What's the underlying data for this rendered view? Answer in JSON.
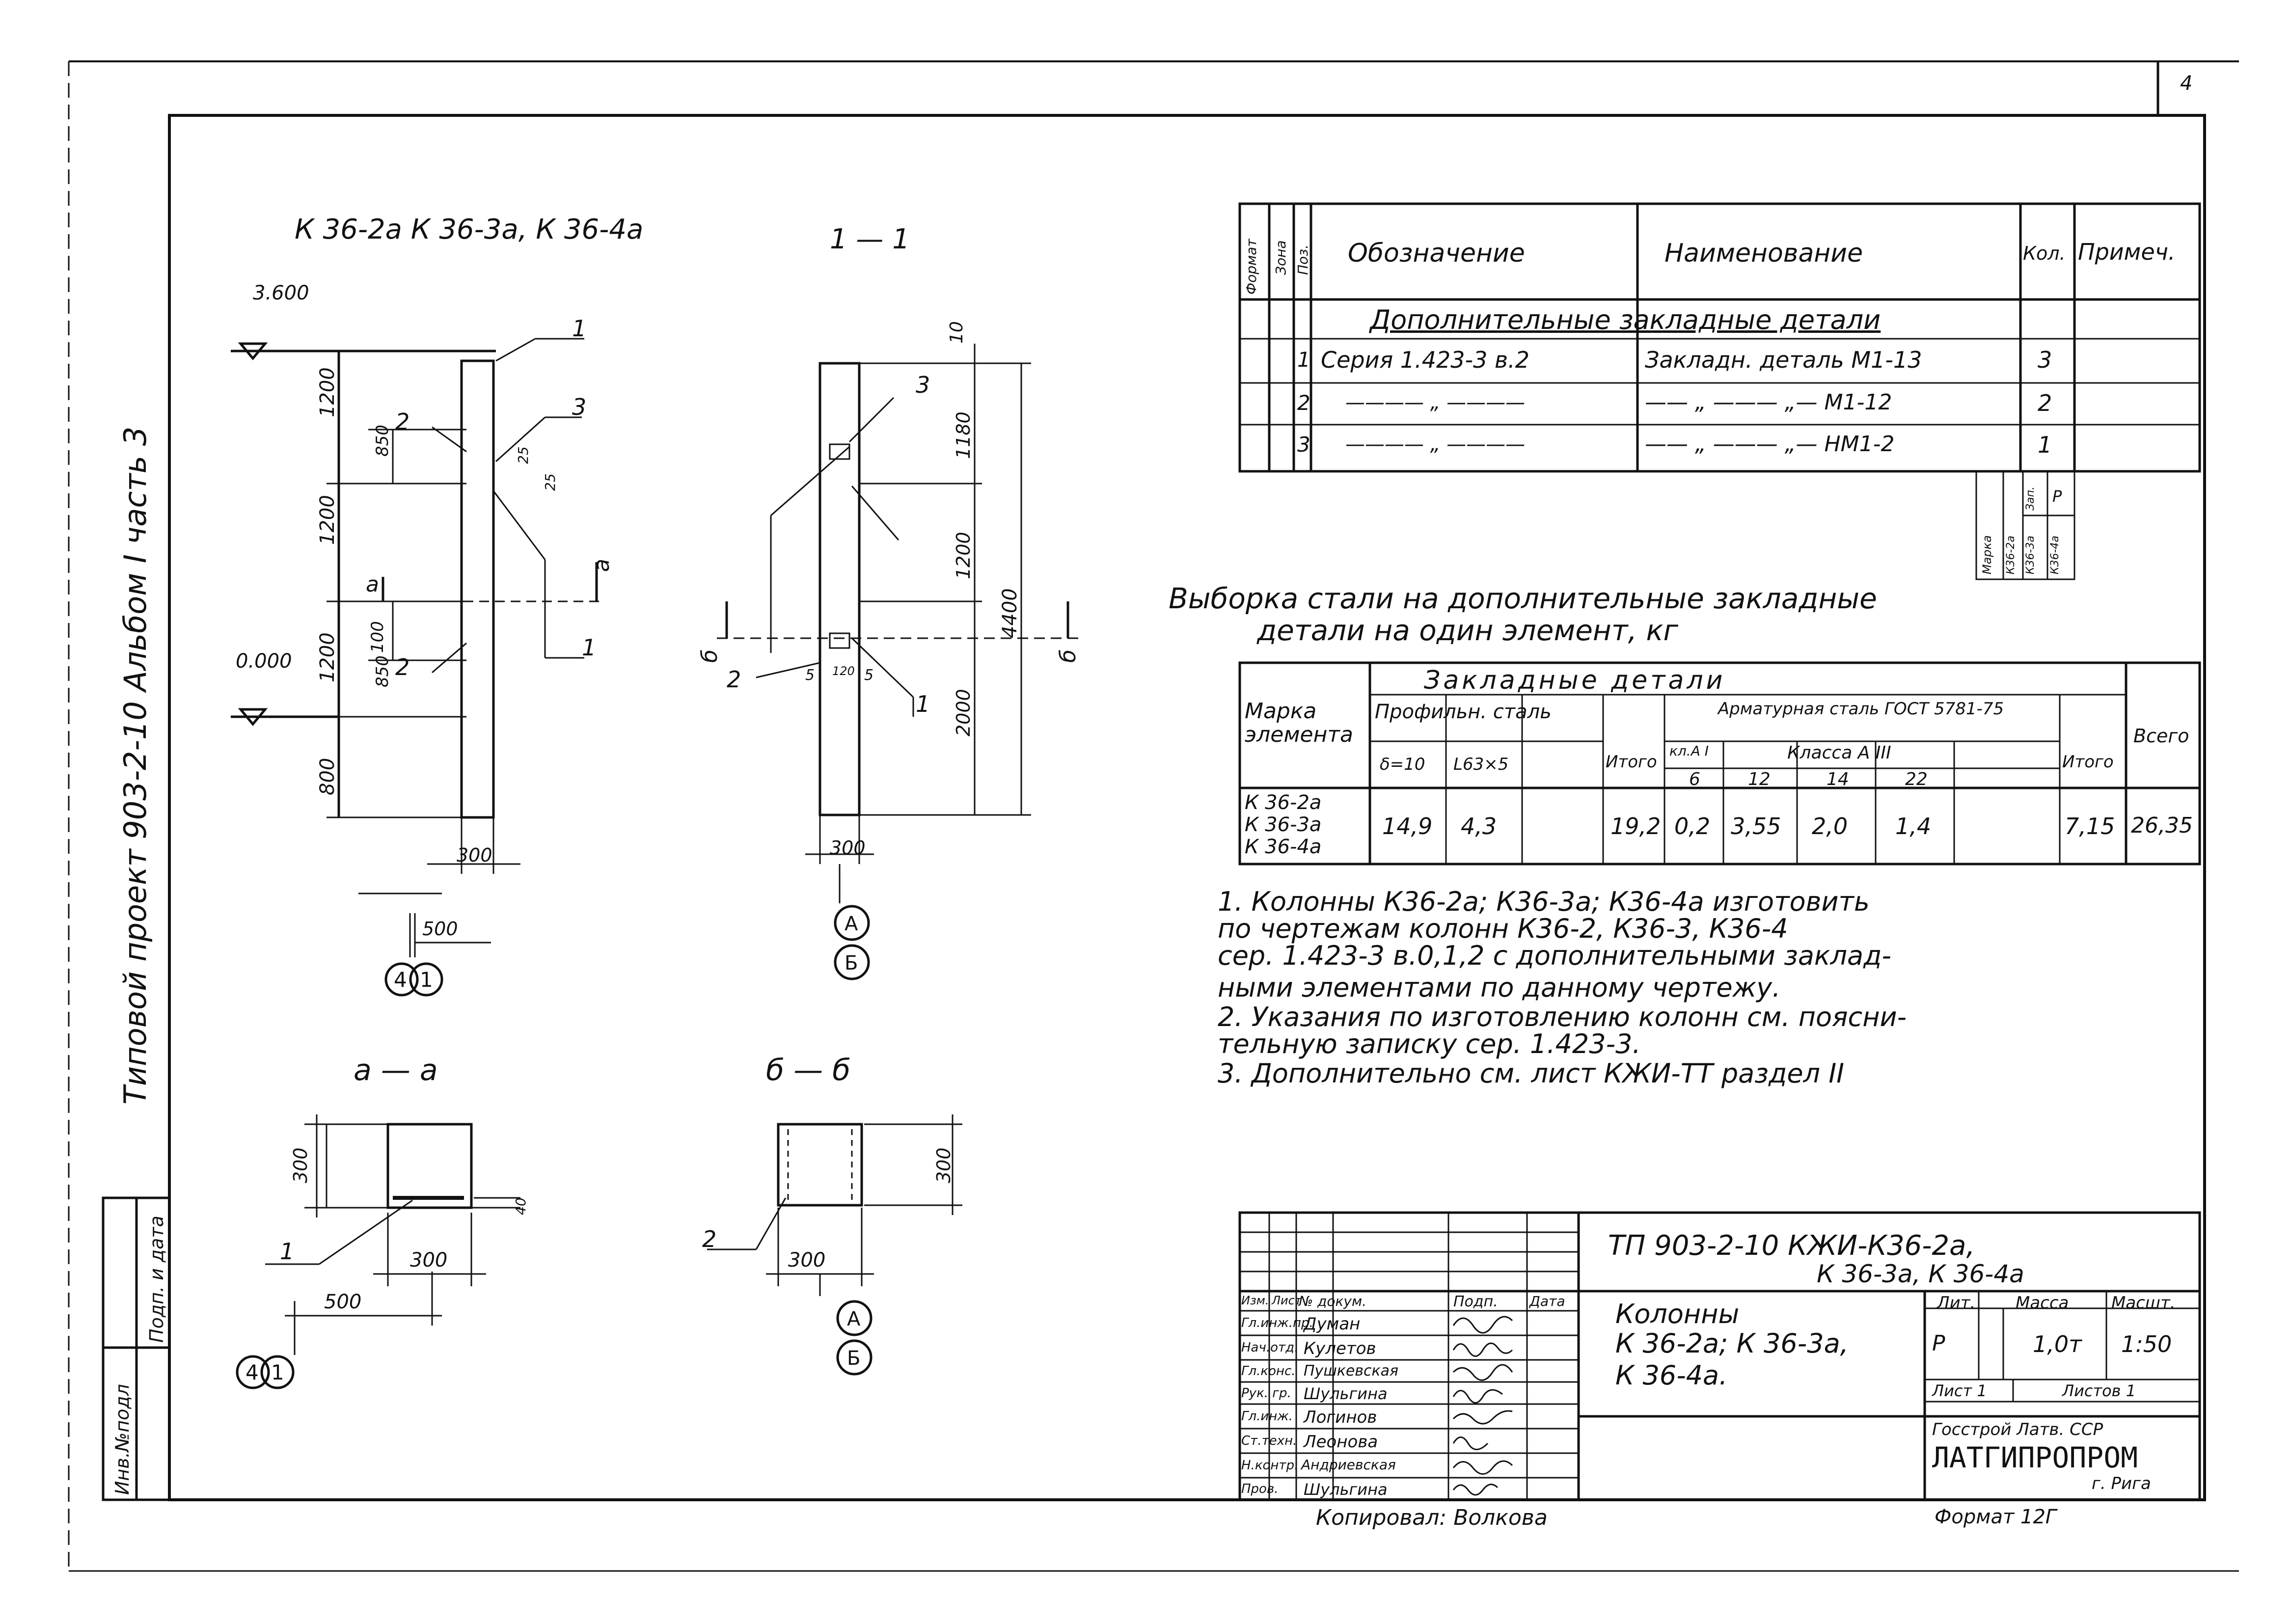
{
  "sheet_number": "4",
  "side_caption": "Типовой проект 903-2-10   Альбом I часть 3",
  "left_stamp": [
    "Инв.№подл",
    "Подп. и дата"
  ],
  "elevation": {
    "title": "К 36-2а К 36-3а, К 36-4а",
    "levels": [
      "3.600",
      "0.000"
    ],
    "dims": [
      "1200",
      "1200",
      "1200",
      "800",
      "850",
      "100",
      "850",
      "25",
      "25",
      "300",
      "500"
    ],
    "callouts": [
      "1",
      "2",
      "3",
      "2",
      "1",
      "1"
    ],
    "section_marks": [
      "а",
      "а"
    ],
    "axes": [
      "4",
      "1"
    ]
  },
  "section_11": {
    "title": "1 — 1",
    "dims": [
      "10",
      "1180",
      "1200",
      "2000",
      "4400",
      "300",
      "120",
      "5",
      "5"
    ],
    "callouts": [
      "3",
      "1",
      "2"
    ],
    "section_marks": [
      "б",
      "б"
    ],
    "axes": [
      "А",
      "Б"
    ]
  },
  "section_aa": {
    "title": "а — а",
    "dims": [
      "300",
      "40",
      "300",
      "500"
    ],
    "callouts": [
      "1"
    ],
    "axes": [
      "4",
      "1"
    ]
  },
  "section_bb": {
    "title": "б — б",
    "dims": [
      "300",
      "300"
    ],
    "callouts": [
      "2"
    ],
    "axes": [
      "А",
      "Б"
    ]
  },
  "spec_table": {
    "headers": [
      "Формат",
      "Зона",
      "Поз.",
      "Обозначение",
      "Наименование",
      "Кол.",
      "Примеч."
    ],
    "section_title": "Дополнительные закладные детали",
    "rows": [
      {
        "pos": "1",
        "designation": "Серия 1.423-3 в.2",
        "name": "Закладн. деталь М1-13",
        "qty": "3"
      },
      {
        "pos": "2",
        "designation": "———— „ ————",
        "name": "—— „ ——— „— М1-12",
        "qty": "2"
      },
      {
        "pos": "3",
        "designation": "———— „ ————",
        "name": "—— „ ——— „— НМ1-2",
        "qty": "1"
      }
    ],
    "side_note": [
      "Марка",
      "К36-2а",
      "К36-3а",
      "К36-4а",
      "Зап.",
      "Р"
    ]
  },
  "steel_table": {
    "title_line1": "Выборка стали на дополнительные   закладные",
    "title_line2": "детали   на   один   элемент, кг",
    "header_mark": "Марка элемента",
    "header_embedded": "Закладные   детали",
    "header_profile": "Профильн. сталь",
    "header_rebar": "Арматурная сталь ГОСТ 5781-75",
    "header_class_a1": "кл.А I",
    "header_class_a3": "Класса А III",
    "sub_headers": [
      "δ=10",
      "L63×5",
      "",
      "Итого",
      "6",
      "12",
      "14",
      "22",
      "",
      "Итого",
      "Всего"
    ],
    "row_marks": [
      "К 36-2а",
      "К 36-3а",
      "К 36-4а"
    ],
    "row_values": [
      "14,9",
      "4,3",
      "",
      "19,2",
      "0,2",
      "3,55",
      "2,0",
      "1,4",
      "",
      "7,15",
      "26,35"
    ]
  },
  "notes": [
    "1. Колонны К36-2а; К36-3а; К36-4а  изготовить",
    "по чертежам колонн К36-2, К36-3, К36-4",
    "сер. 1.423-3  в.0,1,2 с дополнительными заклад-",
    "ными элементами по данному чертежу.",
    "2. Указания по изготовлению колонн см. поясни-",
    "тельную записку сер. 1.423-3.",
    "3. Дополнительно  см. лист КЖИ-ТТ раздел II"
  ],
  "title_block": {
    "code_line1": "ТП   903-2-10   КЖИ-К36-2а,",
    "code_line2": "К 36-3а, К 36-4а",
    "name_lines": [
      "Колонны",
      "К 36-2а; К 36-3а,",
      "К 36-4а."
    ],
    "lit_header": "Лит.",
    "mass_header": "Масса",
    "scale_header": "Масшт.",
    "lit_value": "Р",
    "mass_value": "1,0т",
    "scale_value": "1:50",
    "sheet_label": "Лист 1",
    "sheets_label": "Листов 1",
    "org_line1": "Госстрой Латв. ССР",
    "org_line2": "ЛАТГИПРОПРОМ",
    "org_line3": "г. Рига",
    "change_headers": [
      "Изм.",
      "Лист",
      "№ докум.",
      "Подп.",
      "Дата"
    ],
    "staff": [
      {
        "role": "Гл.инж.пр.",
        "name": "Думан"
      },
      {
        "role": "Нач.отд.",
        "name": "Кулетов"
      },
      {
        "role": "Гл.конс.",
        "name": "Пушкевская"
      },
      {
        "role": "Рук. гр.",
        "name": "Шульгина"
      },
      {
        "role": "Гл.инж.",
        "name": "Логинов"
      },
      {
        "role": "Ст.техн.",
        "name": "Леонова"
      },
      {
        "role": "Н.контр.",
        "name": "Андриевская"
      },
      {
        "role": "Пров.",
        "name": "Шульгина"
      }
    ]
  },
  "copied_by": "Копировал: Волкова",
  "format": "Формат 12Г"
}
